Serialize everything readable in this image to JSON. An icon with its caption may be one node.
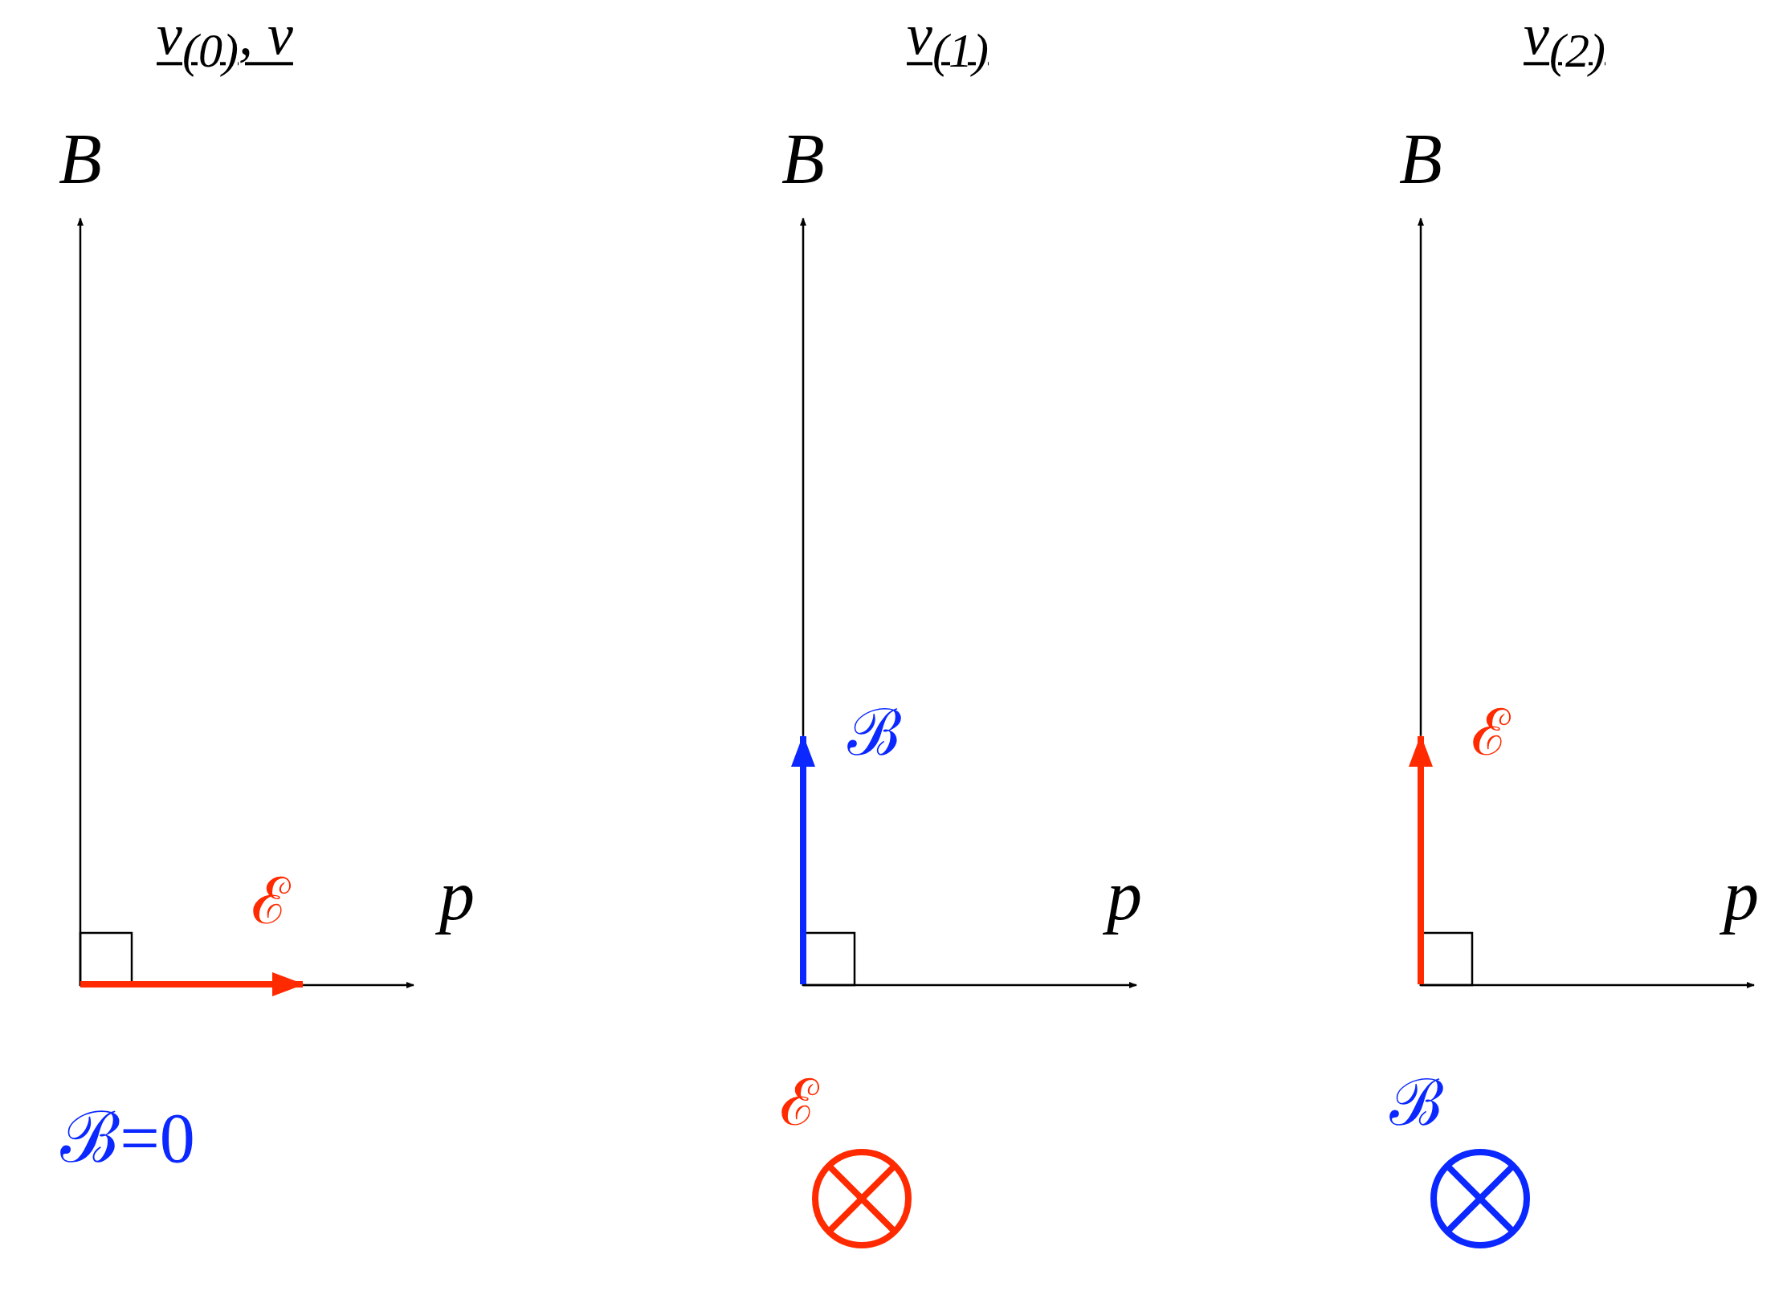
{
  "diagram": {
    "labels": [
      "ν$_{(0)}$, ν",
      "ν$_{(1)}$",
      "ν$_{(2)}$",
      "B",
      "B",
      "B",
      "ℬ",
      "ℰ",
      "ℰ",
      "p",
      "p",
      "p",
      "ℬ=0",
      "ℰ",
      "ℬ"
    ]
  }
}
